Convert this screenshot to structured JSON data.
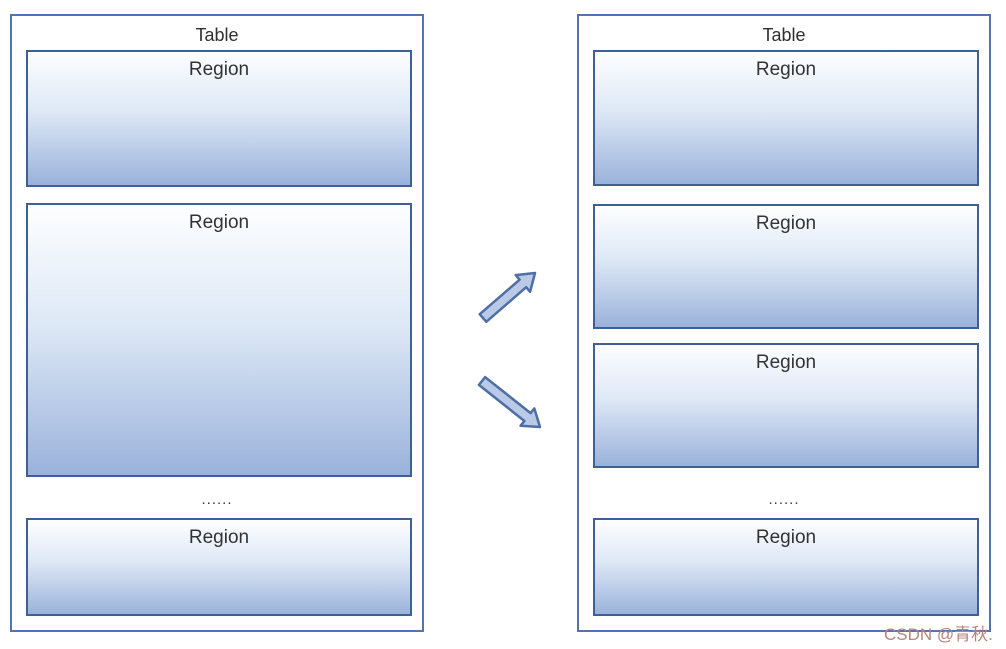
{
  "diagram": {
    "left_table": {
      "title": "Table",
      "regions": [
        "Region",
        "Region",
        "Region"
      ],
      "ellipsis": "......"
    },
    "right_table": {
      "title": "Table",
      "regions": [
        "Region",
        "Region",
        "Region",
        "Region"
      ],
      "ellipsis": "......"
    },
    "arrows": {
      "up_right": "split-arrow-up-right",
      "down_right": "split-arrow-down-right"
    },
    "watermark": "CSDN @青秋.",
    "colors": {
      "table_border": "#5374ae",
      "region_border": "#3f6096",
      "region_fill_top": "#fdfeff",
      "region_fill_bottom": "#9ab2db",
      "arrow_fill": "#b9c9e6",
      "arrow_stroke": "#4d6fa6",
      "text": "#333333",
      "watermark": "#b5837e"
    }
  }
}
